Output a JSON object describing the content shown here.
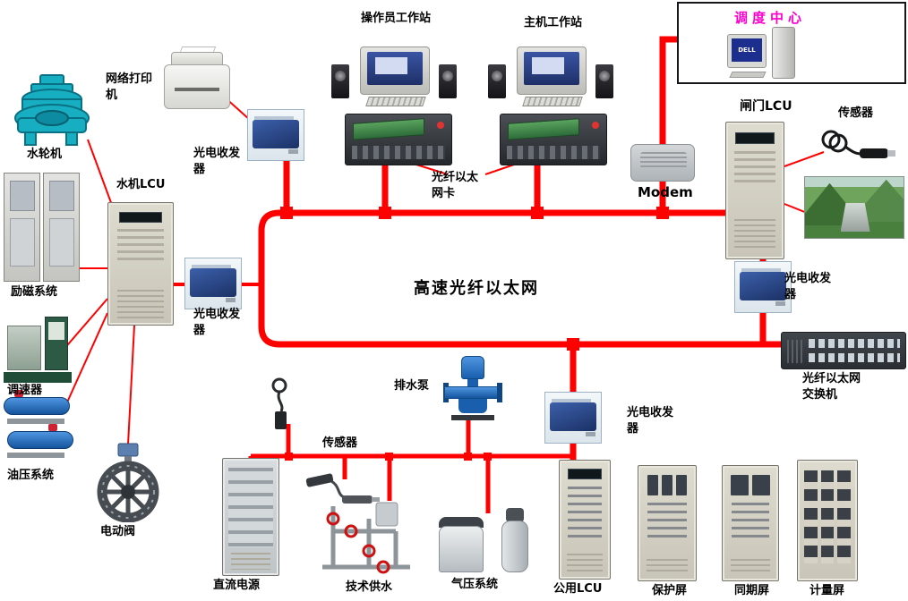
{
  "diagram": {
    "bus_label": "高速光纤以太网",
    "dispatch_center": {
      "title": "调度中心",
      "pc_brand": "DELL"
    },
    "labels": {
      "operator_workstation": "操作员工作站",
      "host_workstation": "主机工作站",
      "network_printer": "网络打印机",
      "water_turbine": "水轮机",
      "turbine_lcu": "水机LCU",
      "transceiver_top": "光电收发器",
      "fiber_ethernet_card": "光纤以太网卡",
      "modem": "Modem",
      "gate_lcu": "闸门LCU",
      "sensor_right": "传感器",
      "excitation_system": "励磁系统",
      "transceiver_left": "光电收发器",
      "transceiver_right": "光电收发器",
      "governor": "调速器",
      "fiber_switch": "光纤以太网交换机",
      "oil_pressure_system": "油压系统",
      "drain_pump": "排水泵",
      "sensor_bottom": "传感器",
      "transceiver_bottom": "光电收发器",
      "electric_valve": "电动阀",
      "dc_power": "直流电源",
      "tech_water_supply": "技术供水",
      "air_pressure_system": "气压系统",
      "common_lcu": "公用LCU",
      "protection_panel": "保护屏",
      "sync_panel": "同期屏",
      "metering_panel": "计量屏"
    },
    "colors": {
      "bus": "#ff0000",
      "dispatch_title": "#ff00cc",
      "turbine": "#17aec2"
    }
  }
}
